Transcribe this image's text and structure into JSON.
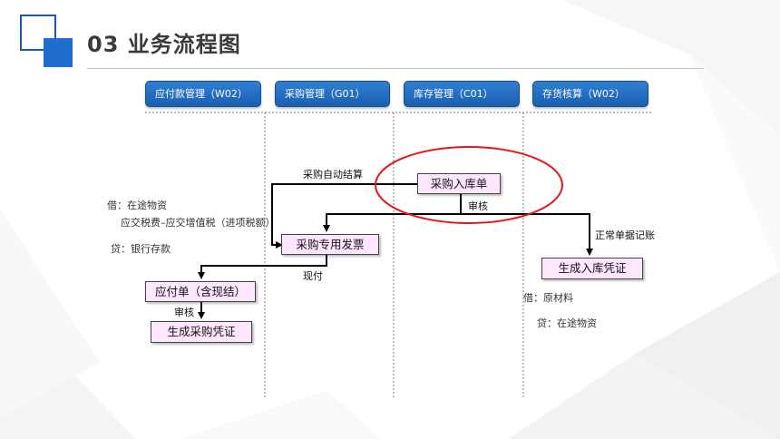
{
  "header": {
    "title": "03  业务流程图"
  },
  "lanes": [
    {
      "label": "应付款管理（W02）"
    },
    {
      "label": "采购管理（G01）"
    },
    {
      "label": "库存管理（C01）"
    },
    {
      "label": "存货核算（W02）"
    }
  ],
  "nodes": {
    "inbound_order": "采购入库单",
    "purchase_invoice": "采购专用发票",
    "payable_order": "应付单（含现结）",
    "purchase_voucher": "生成采购凭证",
    "inbound_voucher": "生成入库凭证"
  },
  "edge_labels": {
    "auto_settle": "采购自动结算",
    "audit_1": "审核",
    "normal_posting": "正常单据记账",
    "cash_pay": "现付",
    "audit_2": "审核"
  },
  "entries": {
    "left_debit": "借：在途物资",
    "left_tax": "应交税费–应交增值税（进项税额）",
    "left_credit": "贷：银行存款",
    "right_debit": "借：原材料",
    "right_credit": "贷：在途物资"
  },
  "colors": {
    "accent": "#1e6fcc",
    "lane_fill": "#2a78cc",
    "node_fill": "#ffe6ff",
    "highlight": "#e8141b"
  }
}
